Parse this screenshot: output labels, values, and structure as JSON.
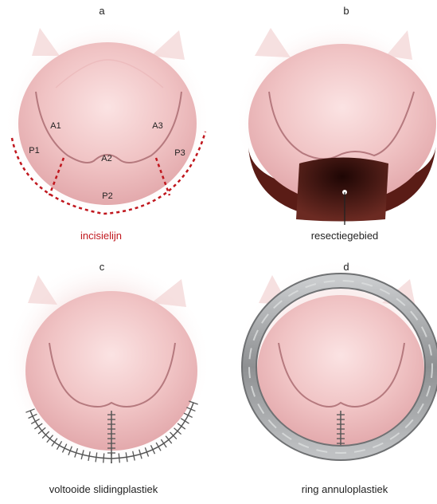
{
  "panels": {
    "a": {
      "letter": "a",
      "caption": "incisielijn",
      "labels": {
        "A1": "A1",
        "A2": "A2",
        "A3": "A3",
        "P1": "P1",
        "P2": "P2",
        "P3": "P3"
      }
    },
    "b": {
      "letter": "b",
      "caption": "resectiegebied"
    },
    "c": {
      "letter": "c",
      "caption": "voltooide slidingplastiek"
    },
    "d": {
      "letter": "d",
      "caption": "ring annuloplastiek"
    }
  },
  "colors": {
    "tissue": "#efc0c1",
    "tissue_light": "#f8dcdc",
    "tissue_shadow": "#d89a9e",
    "incision": "#c0171e",
    "resection": "#4a1410",
    "suture": "#555555",
    "ring": "#9a9c9e"
  }
}
